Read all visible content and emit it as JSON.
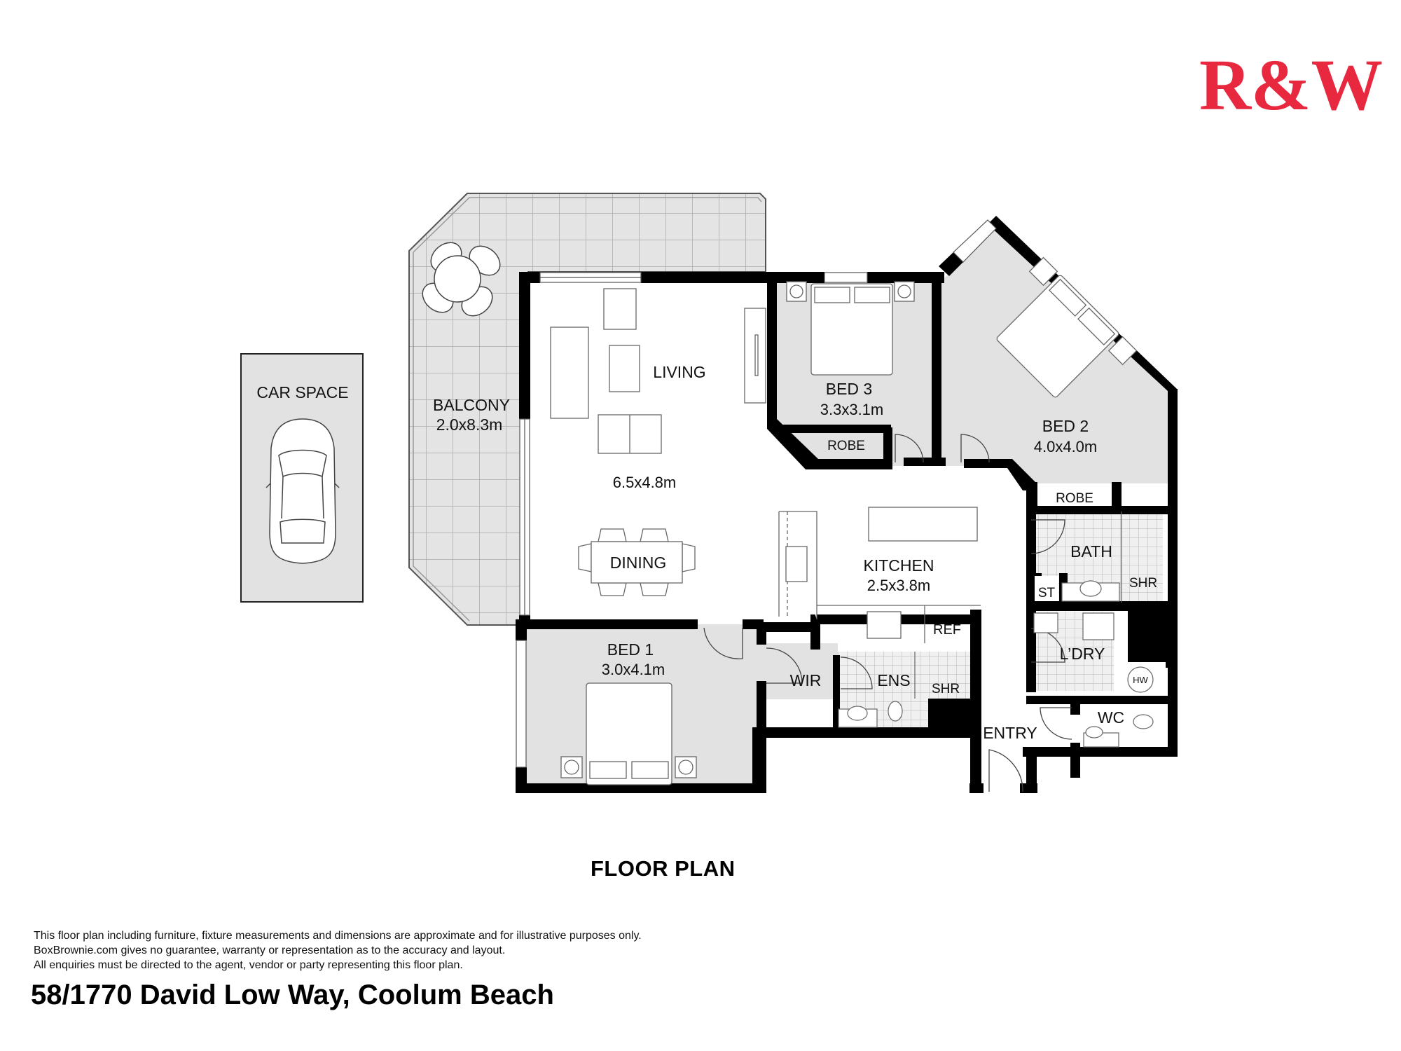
{
  "brand": {
    "logo_text": "R&W",
    "logo_color": "#e8283f"
  },
  "plan": {
    "title": "FLOOR PLAN",
    "rooms": {
      "car_space": {
        "label": "CAR SPACE"
      },
      "balcony": {
        "label": "BALCONY",
        "size": "2.0x8.3m"
      },
      "living": {
        "label": "LIVING",
        "size": "6.5x4.8m"
      },
      "dining": {
        "label": "DINING"
      },
      "bed3": {
        "label": "BED 3",
        "size": "3.3x3.1m",
        "robe": "ROBE"
      },
      "bed2": {
        "label": "BED 2",
        "size": "4.0x4.0m",
        "robe": "ROBE"
      },
      "kitchen": {
        "label": "KITCHEN",
        "size": "2.5x3.8m",
        "ref": "REF"
      },
      "bath": {
        "label": "BATH",
        "st": "ST",
        "shr": "SHR"
      },
      "laundry": {
        "label": "L’DRY",
        "hw": "HW"
      },
      "wc": {
        "label": "WC"
      },
      "bed1": {
        "label": "BED 1",
        "size": "3.0x4.1m"
      },
      "wir": {
        "label": "WIR"
      },
      "ensuite": {
        "label": "ENS",
        "shr": "SHR"
      },
      "entry": {
        "label": "ENTRY"
      }
    },
    "colors": {
      "wall": "#000000",
      "room_grey": "#e2e2e2",
      "tile_line": "#a8a8a8",
      "fixture_line": "#555555"
    }
  },
  "footer": {
    "disclaimer_lines": [
      "This floor plan including furniture, fixture measurements and dimensions are approximate and for illustrative purposes only.",
      "BoxBrownie.com gives no guarantee, warranty or representation as to the accuracy and layout.",
      "All enquiries must be directed to the agent, vendor or party representing this floor plan."
    ],
    "address": "58/1770 David Low Way, Coolum Beach"
  }
}
